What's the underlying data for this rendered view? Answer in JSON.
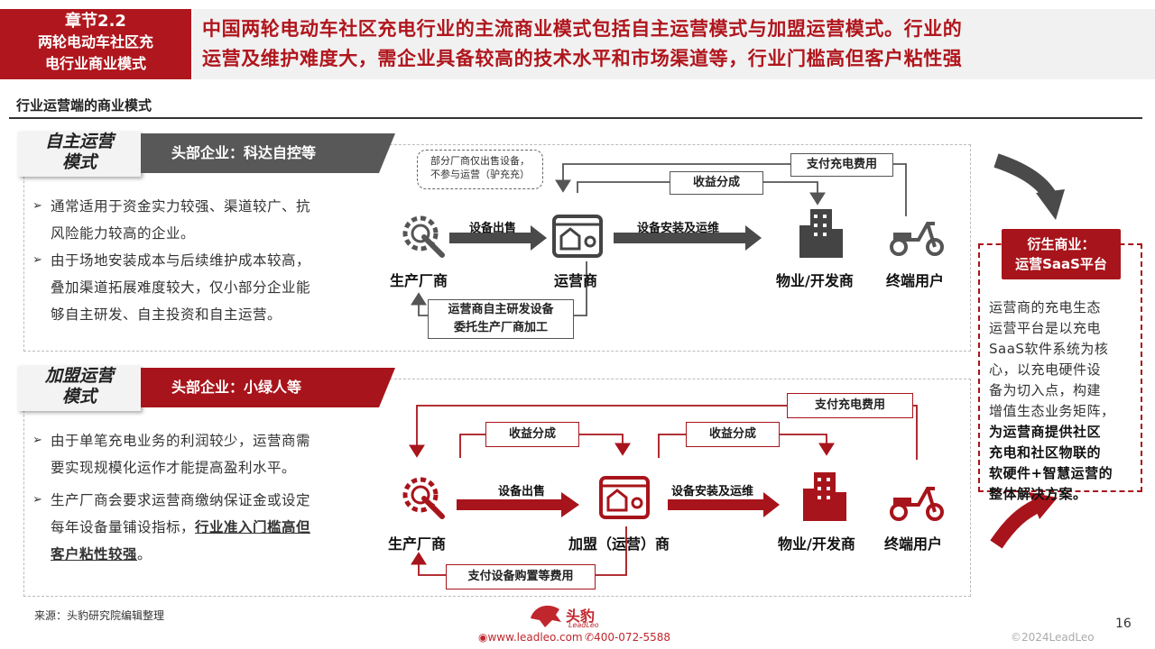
{
  "header": {
    "chapter": "章节2.2",
    "chapter_title_line1": "两轮电动车社区充",
    "chapter_title_line2": "电行业商业模式",
    "summary_line1": "中国两轮电动车社区充电行业的主流商业模式包括自主运营模式与加盟运营模式。行业的",
    "summary_line2": "运营及维护难度大，需企业具备较高的技术水平和市场渠道等，行业门槛高但客户粘性强"
  },
  "section_title": "行业运营端的商业模式",
  "model1": {
    "tag_line1": "自主运营",
    "tag_line2": "模式",
    "lead": "头部企业：科达自控等",
    "bullet1_line1": "通常适用于资金实力较强、渠道较广、抗",
    "bullet1_line2": "风险能力较高的企业。",
    "bullet2_line1": "由于场地安装成本与后续维护成本较高，",
    "bullet2_line2": "叠加渠道拓展难度较大，仅小部分企业能",
    "bullet2_line3": "够自主研发、自主投资和自主运营。",
    "note_line1": "部分厂商仅出售设备，",
    "note_line2": "不参与运营（驴充充）",
    "node_maker": "生产厂商",
    "node_operator": "运营商",
    "node_property": "物业/开发商",
    "node_user": "终端用户",
    "flow_sell": "设备出售",
    "flow_install": "设备安装及运维",
    "box_revenue": "收益分成",
    "box_pay": "支付充电费用",
    "box_oem_line1": "运营商自主研发设备",
    "box_oem_line2": "委托生产厂商加工"
  },
  "model2": {
    "tag_line1": "加盟运营",
    "tag_line2": "模式",
    "lead": "头部企业：小绿人等",
    "bullet1_line1": "由于单笔充电业务的利润较少，运营商需",
    "bullet1_line2": "要实现规模化运作才能提高盈利水平。",
    "bullet2_line1": "生产厂商会要求运营商缴纳保证金或设定",
    "bullet2_line2a": "每年设备量铺设指标，",
    "bullet2_line2b": "行业准入门槛高但",
    "bullet2_line3a": "客户粘性较强",
    "bullet2_line3b": "。",
    "node_maker": "生产厂商",
    "node_operator": "加盟（运营）商",
    "node_property": "物业/开发商",
    "node_user": "终端用户",
    "flow_sell": "设备出售",
    "flow_install": "设备安装及运维",
    "box_revenue1": "收益分成",
    "box_revenue2": "收益分成",
    "box_pay": "支付充电费用",
    "box_purchase": "支付设备购置等费用"
  },
  "derivative": {
    "head_line1": "衍生商业：",
    "head_line2": "运营SaaS平台",
    "body_line1": "运营商的充电生态",
    "body_line2": "运营平台是以充电",
    "body_line3": "SaaS软件系统为核",
    "body_line4": "心，以充电硬件设",
    "body_line5": "备为切入点，构建",
    "body_line6": "增值生态业务矩阵，",
    "bold_line1": "为运营商提供社区",
    "bold_line2": "充电和社区物联的",
    "bold_line3": "软硬件+智慧运营的",
    "bold_line4": "整体解决方案。"
  },
  "footer": {
    "source": "来源：头豹研究院编辑整理",
    "logo": "头豹",
    "logo_sub": "LeadLeo",
    "website": "www.leadleo.com",
    "phone": "400-072-5588",
    "page": "16",
    "copyright": "©2024LeadLeo"
  },
  "colors": {
    "brand_red": "#b0161d",
    "dark_grey": "#585858"
  }
}
